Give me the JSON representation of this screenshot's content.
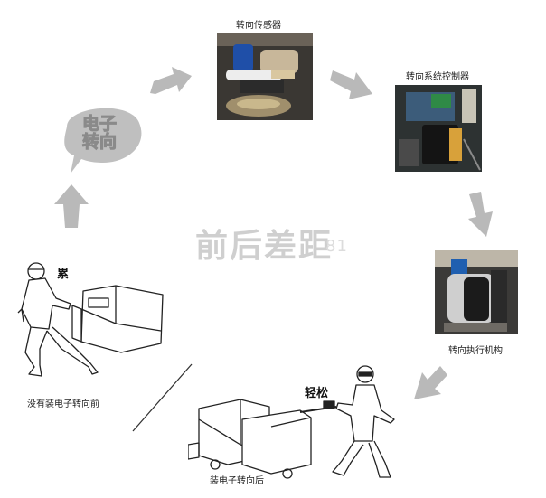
{
  "nodes": {
    "sensor": {
      "label": "转向传感器"
    },
    "controller": {
      "label": "转向系统控制器"
    },
    "actuator": {
      "label": "转向执行机构"
    }
  },
  "bubble": {
    "line1": "电子",
    "line2": "转向"
  },
  "before": {
    "caption": "没有装电子转向前",
    "feeling": "累"
  },
  "after": {
    "caption": "装电子转向后",
    "feeling": "轻松"
  },
  "watermark": {
    "text": "前后差距",
    "sub": "81"
  },
  "colors": {
    "arrow": "#b9b9b9",
    "bubble": "#bfbfbf",
    "photo_bg": "#2a2a2a"
  }
}
